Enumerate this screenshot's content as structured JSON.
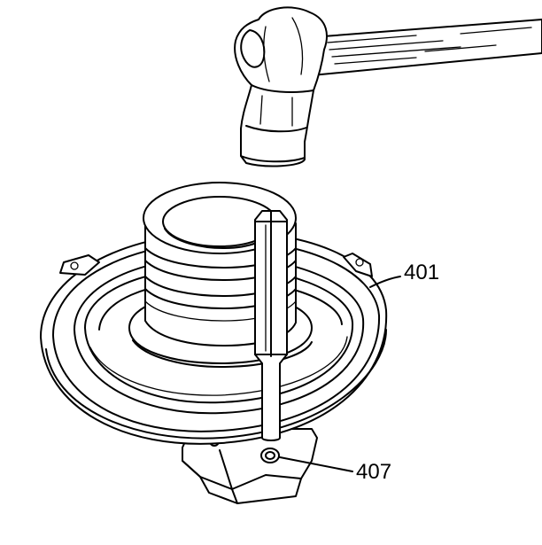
{
  "callouts": [
    {
      "id": "housing",
      "label": "401"
    },
    {
      "id": "check-ball",
      "label": "407"
    }
  ]
}
